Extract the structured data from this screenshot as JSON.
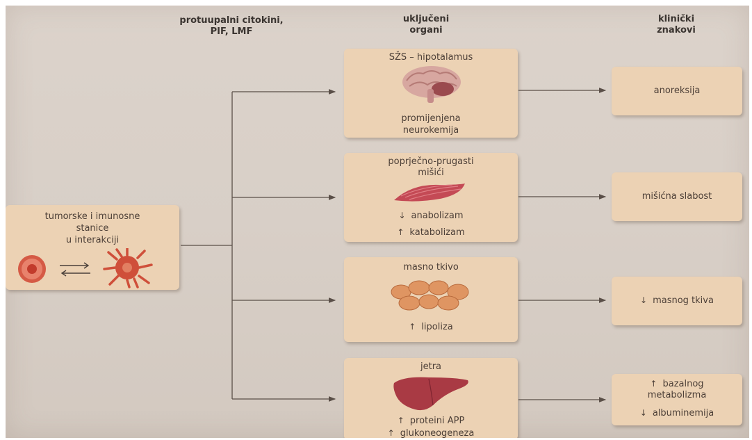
{
  "headers": {
    "cytokines": "protuupalni citokini,\nPIF, LMF",
    "organs": "uključeni\norgani",
    "signs": "klinički\nznakovi"
  },
  "source": {
    "line1": "tumorske i imunosne",
    "line2": "stanice",
    "line3": "u interakciji"
  },
  "organs": {
    "brain": {
      "title": "SŽS – hipotalamus",
      "line1": "promijenjena",
      "line2": "neurokemija"
    },
    "muscle": {
      "title1": "poprječno-prugasti",
      "title2": "mišići",
      "down": "anabolizam",
      "up": "katabolizam"
    },
    "fat": {
      "title": "masno tkivo",
      "up": "lipoliza"
    },
    "liver": {
      "title": "jetra",
      "up1": "proteini APP",
      "up2": "glukoneogeneza"
    }
  },
  "signs": {
    "anorexia": "anoreksija",
    "weakness": "mišićna slabost",
    "fat": "masnog tkiva",
    "metab1": "bazalnog",
    "metab2": "metabolizma",
    "albumin": "albuminemija"
  },
  "colors": {
    "box": "#ecd2b4",
    "background": "#d8cfc7",
    "brain": "#c98a86",
    "muscle": "#c7505a",
    "fat": "#d98a55",
    "liver": "#a8343e",
    "tumor_cell": "#cf4434"
  },
  "icons": [
    "brain-icon",
    "muscle-icon",
    "fat-tissue-icon",
    "liver-icon",
    "tumor-cell-icon",
    "immune-cell-icon",
    "exchange-arrows-icon"
  ]
}
